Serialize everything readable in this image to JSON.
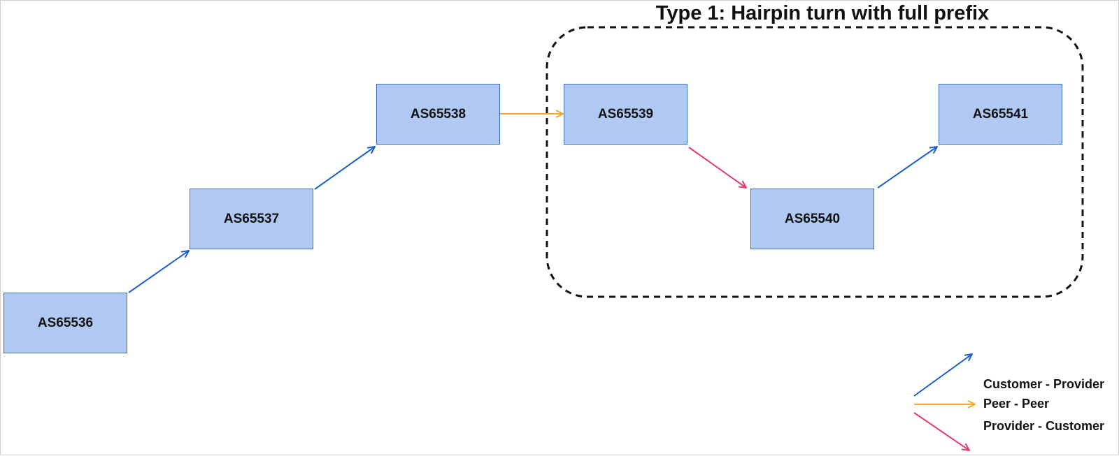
{
  "diagram": {
    "group": {
      "title": "Type 1: Hairpin turn with full prefix"
    },
    "nodes": [
      {
        "id": "as65536",
        "label": "AS65536"
      },
      {
        "id": "as65537",
        "label": "AS65537"
      },
      {
        "id": "as65538",
        "label": "AS65538"
      },
      {
        "id": "as65539",
        "label": "AS65539"
      },
      {
        "id": "as65540",
        "label": "AS65540"
      },
      {
        "id": "as65541",
        "label": "AS65541"
      }
    ],
    "edges": [
      {
        "from": "AS65536",
        "to": "AS65537",
        "relation": "Customer - Provider"
      },
      {
        "from": "AS65537",
        "to": "AS65538",
        "relation": "Customer - Provider"
      },
      {
        "from": "AS65538",
        "to": "AS65539",
        "relation": "Peer - Peer"
      },
      {
        "from": "AS65539",
        "to": "AS65540",
        "relation": "Provider - Customer"
      },
      {
        "from": "AS65540",
        "to": "AS65541",
        "relation": "Customer - Provider"
      }
    ],
    "legend": [
      {
        "label": "Customer - Provider",
        "color": "#1a5fcf"
      },
      {
        "label": "Peer - Peer",
        "color": "#f4a92c"
      },
      {
        "label": "Provider - Customer",
        "color": "#e23d6a"
      }
    ],
    "colors": {
      "node_fill": "#afc9f2",
      "node_border": "#3d6fb8",
      "group_border": "#111111"
    }
  }
}
